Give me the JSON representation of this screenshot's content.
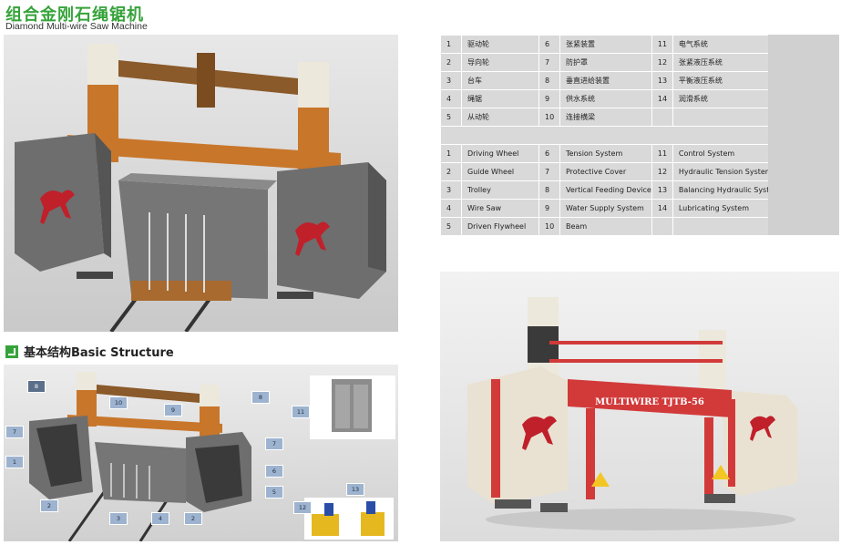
{
  "header": {
    "title_cn": "组合金刚石绳锯机",
    "title_en": "Diamond Multi-wire Saw Machine"
  },
  "section": {
    "title": "基本结构Basic Structure"
  },
  "parts_cn": [
    [
      "1",
      "驱动轮",
      "6",
      "张紧装置",
      "11",
      "电气系统"
    ],
    [
      "2",
      "导向轮",
      "7",
      "防护罩",
      "12",
      "张紧液压系统"
    ],
    [
      "3",
      "台车",
      "8",
      "垂直进给装置",
      "13",
      "平衡液压系统"
    ],
    [
      "4",
      "绳锯",
      "9",
      "供水系统",
      "14",
      "润滑系统"
    ],
    [
      "5",
      "从动轮",
      "10",
      "连接横梁",
      "",
      ""
    ]
  ],
  "parts_en": [
    [
      "1",
      "Driving Wheel",
      "6",
      "Tension System",
      "11",
      "Control System"
    ],
    [
      "2",
      "Guide Wheel",
      "7",
      "Protective Cover",
      "12",
      "Hydraulic Tension System"
    ],
    [
      "3",
      "Trolley",
      "8",
      "Vertical Feeding Device",
      "13",
      "Balancing Hydraulic System"
    ],
    [
      "4",
      "Wire Saw",
      "9",
      "Water Supply System",
      "14",
      "Lubricating System"
    ],
    [
      "5",
      "Driven Flywheel",
      "10",
      "Beam",
      "",
      ""
    ]
  ],
  "diagram_labels": [
    "8",
    "10",
    "9",
    "8",
    "7",
    "1",
    "7",
    "6",
    "11",
    "2",
    "3",
    "4",
    "2",
    "5",
    "12",
    "13"
  ],
  "machine_sign": "MULTIWIRE TJTB-56",
  "colors": {
    "brand_green": "#36a33a",
    "machine_grey": "#6e6e6e",
    "frame_orange": "#c8762a",
    "frame_red": "#d23a3a",
    "cream": "#e9e2d3"
  }
}
